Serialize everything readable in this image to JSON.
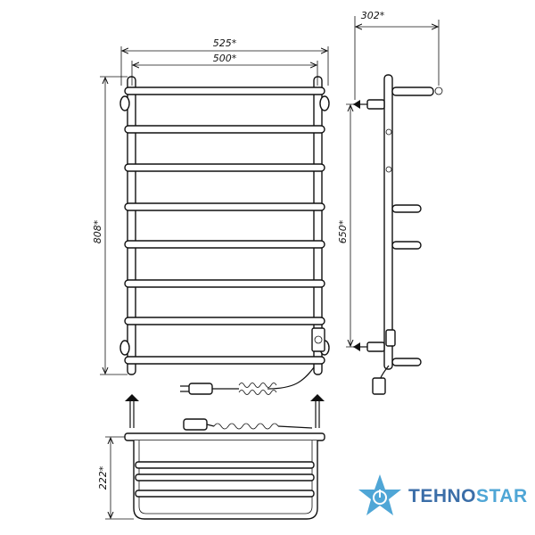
{
  "dimensions": {
    "overall_width": "525*",
    "rail_width": "500*",
    "overall_height": "808*",
    "mount_spacing": "650*",
    "depth_side": "302*",
    "depth_bottom": "222*"
  },
  "logo": {
    "part_a": "TEHNO",
    "part_b": "STAR",
    "icon": "power-star-icon",
    "colors": {
      "primary": "#3b6ea8",
      "accent": "#4fa6d6"
    }
  }
}
